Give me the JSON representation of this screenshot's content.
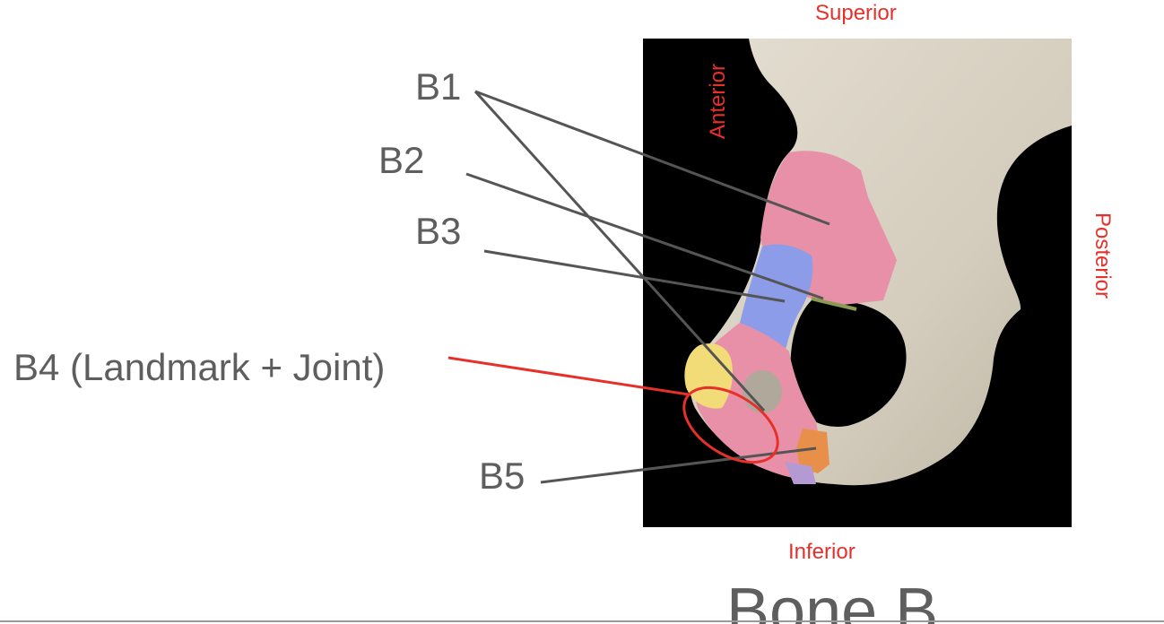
{
  "orientation": {
    "superior": "Superior",
    "inferior": "Inferior",
    "anterior": "Anterior",
    "posterior": "Posterior"
  },
  "labels": {
    "b1": "B1",
    "b2": "B2",
    "b3": "B3",
    "b4": "B4 (Landmark + Joint)",
    "b5": "B5"
  },
  "title": "Bone B",
  "colors": {
    "orientation_text": "#e8302a",
    "label_text": "#5e5e5e",
    "pointer_line": "#555555",
    "highlight_line": "#e8302a",
    "region_pink": "#e890a8",
    "region_blue": "#8c9ce8",
    "region_yellow": "#f2dc78",
    "region_orange": "#e8904a",
    "bone": "#d8d2c4",
    "background_panel": "#000000"
  }
}
